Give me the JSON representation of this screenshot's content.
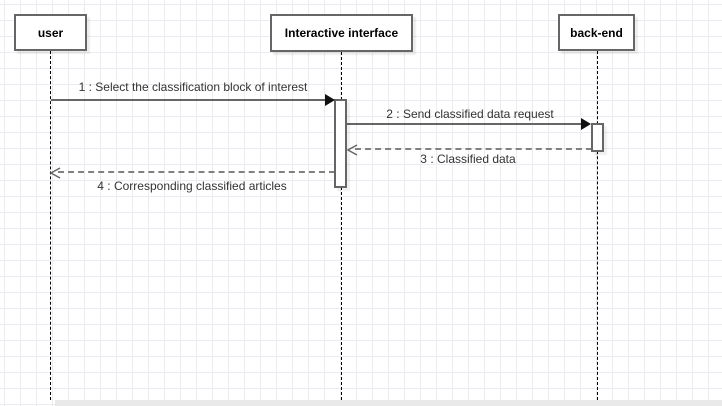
{
  "diagram": {
    "type": "uml-sequence",
    "actors": [
      {
        "name": "user"
      },
      {
        "name": "Interactive interface"
      },
      {
        "name": "back-end"
      }
    ],
    "messages": [
      {
        "label": "1 : Select the classification block of interest",
        "from": "user",
        "to": "Interactive interface",
        "line": "solid",
        "arrowhead": "filled"
      },
      {
        "label": "2 : Send classified data request",
        "from": "Interactive interface",
        "to": "back-end",
        "line": "solid",
        "arrowhead": "filled"
      },
      {
        "label": "3 : Classified data",
        "from": "back-end",
        "to": "Interactive interface",
        "line": "dashed",
        "arrowhead": "open"
      },
      {
        "label": "4 : Corresponding classified articles",
        "from": "Interactive interface",
        "to": "user",
        "line": "dashed",
        "arrowhead": "open"
      }
    ],
    "colors": {
      "shape_border": "#666666",
      "solid_message_line": "#666666",
      "dashed_message_line": "#808080",
      "lifeline": "#000000",
      "grid_line": "#ebebf0",
      "background": "#ffffff",
      "label_text": "#333333"
    }
  }
}
